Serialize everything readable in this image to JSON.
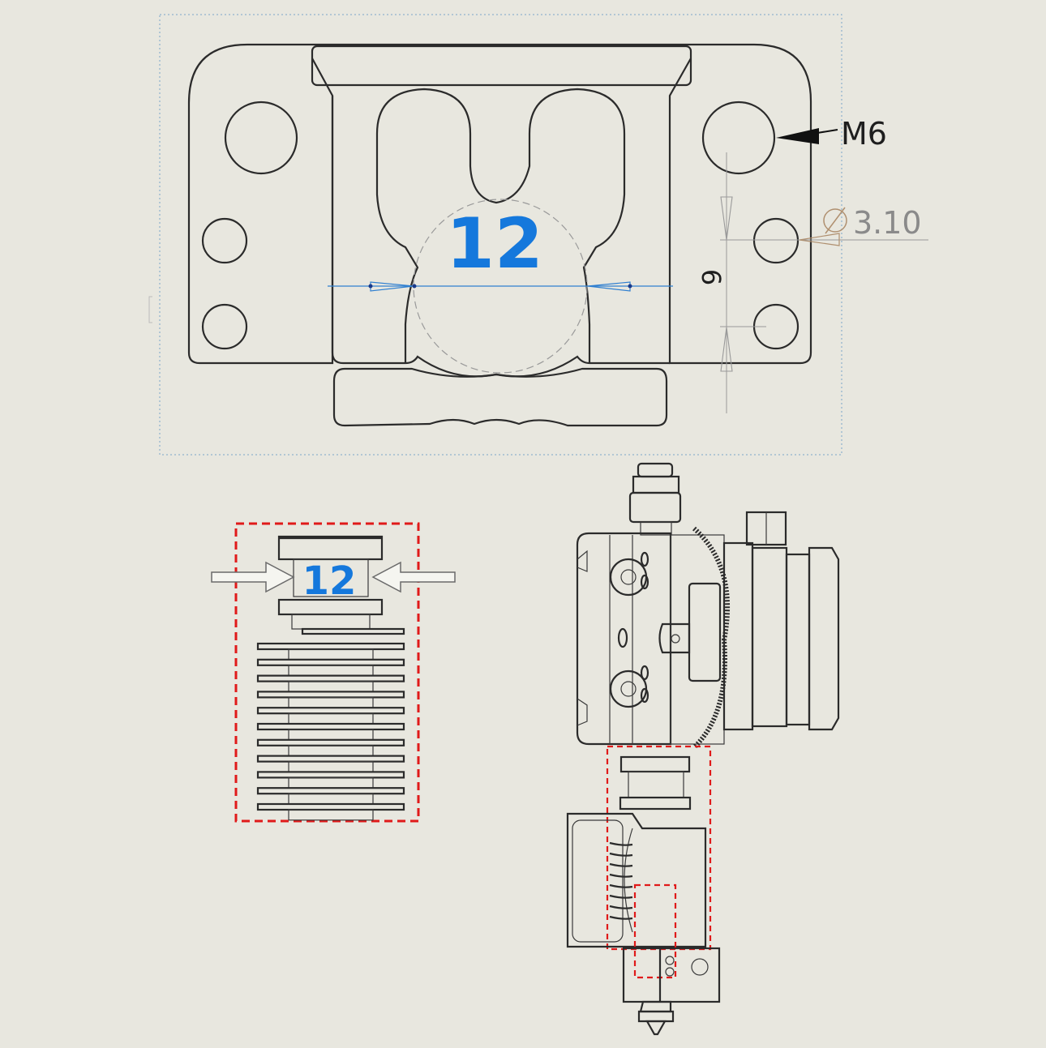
{
  "sketch": {
    "circle_label": "12",
    "thread_note": "M6",
    "hole_dim": "3.10",
    "spacing_dim": "6"
  },
  "hotend_callout": {
    "width_label": "12"
  },
  "colors": {
    "background": "#e8e7df",
    "dimension_blue": "#1578dc",
    "highlight_red": "#e01a1a",
    "frame_dotted": "#7aa6c9"
  }
}
